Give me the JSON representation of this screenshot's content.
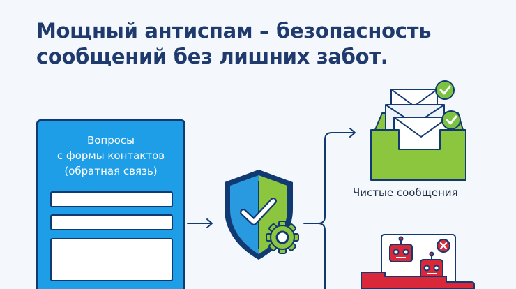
{
  "headline": {
    "line1": "Мощный антиспам – безопасность",
    "line2": "сообщений без лишних забот."
  },
  "form": {
    "title_lines": [
      "Вопросы",
      "с формы контактов",
      "(обратная связь)"
    ]
  },
  "outputs": {
    "clean_label": "Чистые сообщения"
  },
  "icons": {
    "shield": "shield-check-icon",
    "gear": "gear-icon",
    "clean": "envelope-tray-icon",
    "spam": "robot-tray-icon"
  },
  "colors": {
    "navy": "#123a72",
    "form_blue": "#1f9ee8",
    "shield_blue": "#2a9ae0",
    "shield_green": "#8cc63f",
    "tray_green": "#8cc63f",
    "check_green": "#7cc242",
    "spam_red": "#d8283a"
  }
}
